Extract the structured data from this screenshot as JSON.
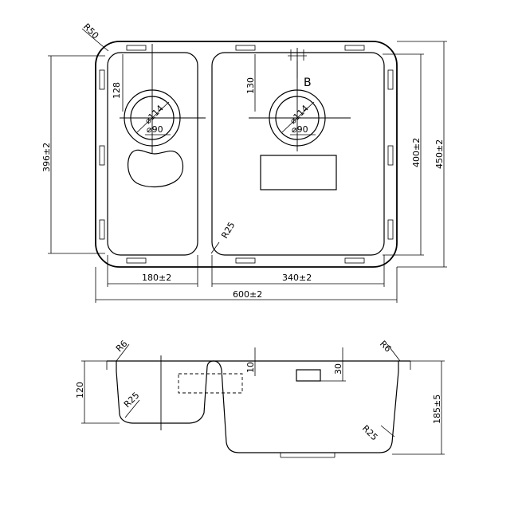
{
  "plan_view": {
    "radius_corner": "R50",
    "left_drain_offset": "128",
    "left_drain_outer": "⌀114",
    "left_drain_inner": "⌀90",
    "right_drain_offset": "130",
    "right_drain_outer": "⌀114",
    "right_drain_inner": "⌀90",
    "section_marker": "B",
    "left_height": "396±2",
    "right_height": "400±2",
    "overall_height": "450±2",
    "inner_radius": "R25",
    "left_width": "180±2",
    "right_width": "340±2",
    "overall_width": "600±2"
  },
  "section_view": {
    "left_rim_radius": "R6",
    "left_depth": "120",
    "left_bottom_radius": "R25",
    "left_overflow_depth": "10",
    "right_overflow_depth": "30",
    "right_rim_radius": "R6",
    "right_bottom_radius": "R25",
    "right_depth": "185±5"
  }
}
